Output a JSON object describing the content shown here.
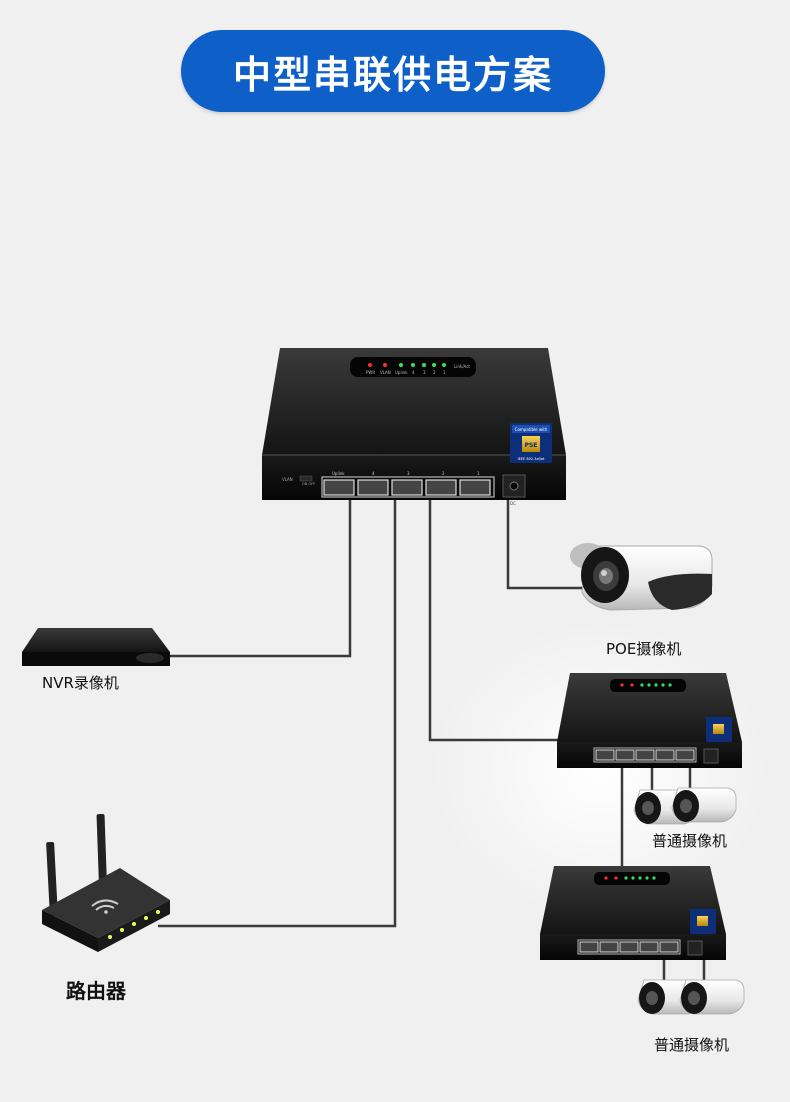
{
  "title": "中型串联供电方案",
  "devices": {
    "main_switch": {
      "panel_labels": [
        "PWR",
        "VLAN",
        "Uplink",
        "4",
        "3",
        "2",
        "1",
        "Link/Act"
      ],
      "port_labels": [
        "Uplink",
        "4",
        "3",
        "2",
        "1"
      ],
      "vlan_label": "VLAN",
      "vlan_switch_label": "ON OFF",
      "dc_label": "DC",
      "badge_top": "Compatible with",
      "badge_mid": "PSE",
      "badge_bottom": "IEEE 802.3af/at"
    },
    "poe_camera": {
      "label": "POE摄像机"
    },
    "nvr": {
      "label": "NVR录像机"
    },
    "router": {
      "label": "路由器"
    },
    "cascade_cameras_1": {
      "label": "普通摄像机"
    },
    "cascade_cameras_2": {
      "label": "普通摄像机"
    }
  },
  "colors": {
    "title_bg": "#0f5fc9",
    "title_text": "#ffffff",
    "background": "#f0f0f0",
    "cable": "#3a3a3a",
    "device_body": "#1b1b1b",
    "led_green": "#38e05a",
    "led_red": "#ff3030"
  }
}
